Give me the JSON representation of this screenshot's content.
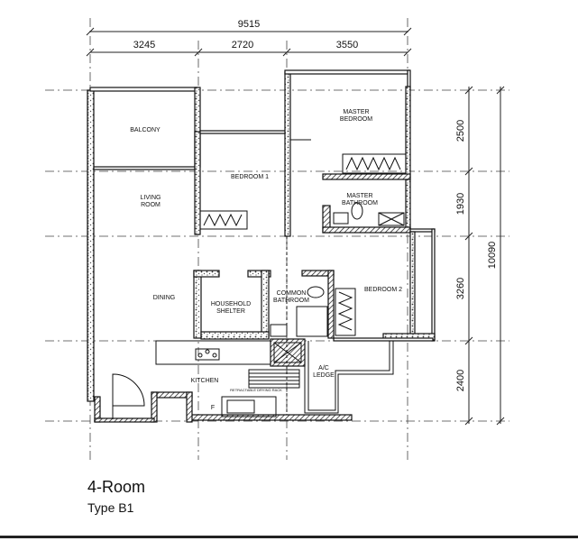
{
  "plan": {
    "title": "4-Room",
    "subtitle": "Type B1",
    "dimensions": {
      "overall_width": "9515",
      "widths": [
        "3245",
        "2720",
        "3550"
      ],
      "overall_depth": "10090",
      "depths": [
        "2500",
        "1930",
        "3260",
        "2400"
      ]
    },
    "rooms": {
      "balcony": "BALCONY",
      "living": [
        "LIVING",
        "ROOM"
      ],
      "bedroom1": "BEDROOM 1",
      "master_bedroom": [
        "MASTER",
        "BEDROOM"
      ],
      "master_bathroom": [
        "MASTER",
        "BATHROOM"
      ],
      "dining": "DINING",
      "household_shelter": [
        "HOUSEHOLD",
        "SHELTER"
      ],
      "common_bathroom": [
        "COMMON",
        "BATHROOM"
      ],
      "bedroom2": "BEDROOM 2",
      "kitchen": "KITCHEN",
      "ac_ledge": [
        "A/C",
        "LEDGE"
      ],
      "drying_rack": "RETRACTABLE DRYING RACK",
      "fridge": "F"
    }
  }
}
